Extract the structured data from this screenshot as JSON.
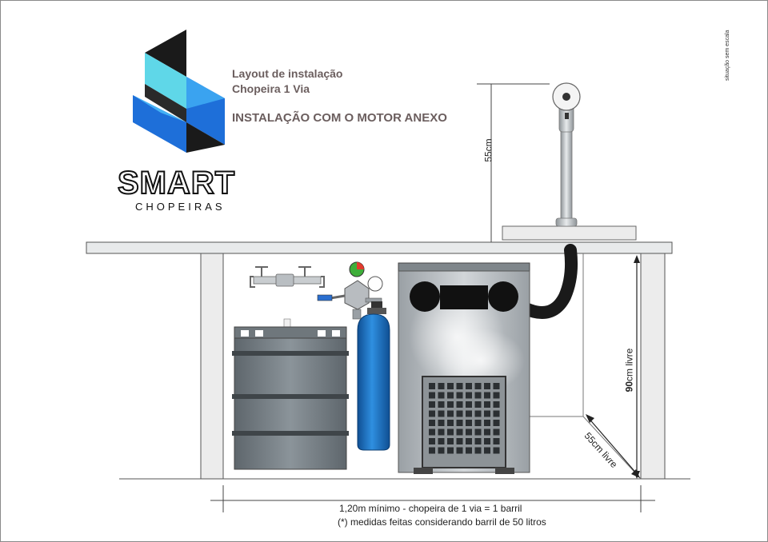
{
  "brand": {
    "name": "SMART",
    "tagline": "CHOPEIRAS"
  },
  "header": {
    "line1": "Layout de instalação",
    "line2": "Chopeira 1 Via",
    "subtitle": "INSTALAÇÃO COM O MOTOR ANEXO"
  },
  "side_note": "situação sem escala",
  "dimensions": {
    "tap_height": "55cm",
    "height_value": "90",
    "height_suffix": "cm livre",
    "depth": "55cm livre"
  },
  "footer": {
    "line1": "1,20m mínimo - chopeira de 1 via = 1 barril",
    "line2": "(*) medidas feitas considerando barril de 50 litros"
  },
  "colors": {
    "title_text": "#6b5e5e",
    "logo_cyan": "#5fd7e8",
    "logo_blue": "#1e6fd9",
    "logo_dark": "#1a1a1a",
    "cylinder_blue": "#1a6fc0",
    "keg_gray": "#7a8288",
    "cabinet_steel": "#b7bcc0",
    "gauge_red": "#e23b2e",
    "gauge_green": "#3fae3a"
  }
}
